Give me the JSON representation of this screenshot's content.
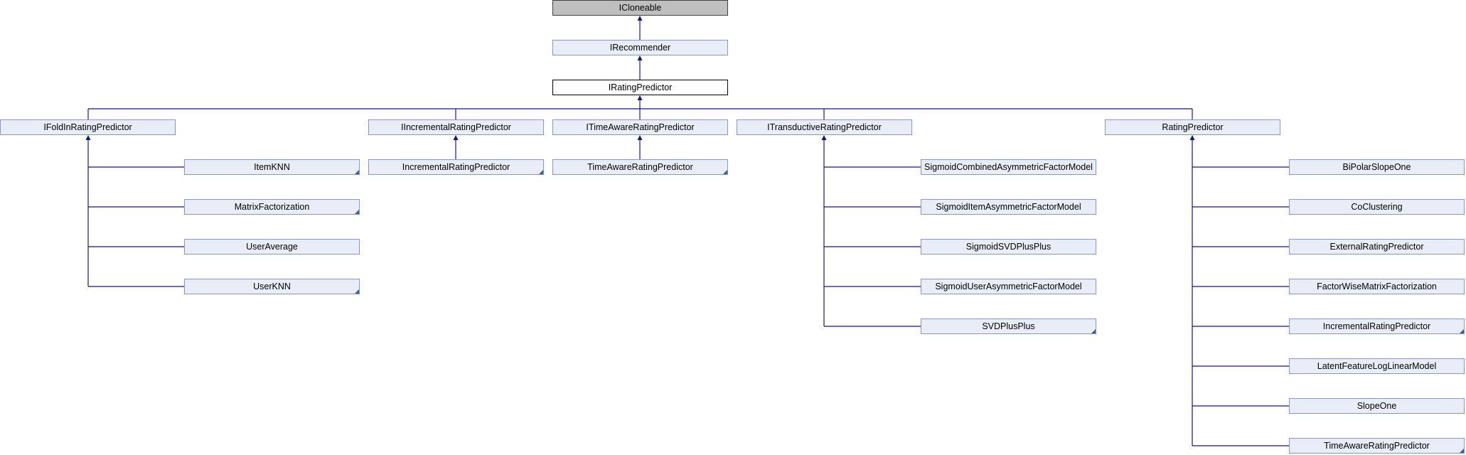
{
  "diagram": {
    "line_color": "#15168a",
    "node_fill": "#e8edf7",
    "node_border": "#8896c8",
    "root_fill": "#bfbfbf",
    "focus_fill": "#ffffff",
    "nodes": {
      "icloneable": "ICloneable",
      "irecommender": "IRecommender",
      "iratingpredictor": "IRatingPredictor",
      "ifoldinratingpredictor": "IFoldInRatingPredictor",
      "iincrementalratingpredictor": "IIncrementalRatingPredictor",
      "itimeawareratingpredictor": "ITimeAwareRatingPredictor",
      "itransductiveratingpredictor": "ITransductiveRatingPredictor",
      "ratingpredictor": "RatingPredictor",
      "itemknn": "ItemKNN",
      "matrixfactorization": "MatrixFactorization",
      "useraverage": "UserAverage",
      "userknn": "UserKNN",
      "incrementalratingpredictor_a": "IncrementalRatingPredictor",
      "timeawareratingpredictor_a": "TimeAwareRatingPredictor",
      "sigmoidcombinedasymmetricfactormodel": "SigmoidCombinedAsymmetricFactorModel",
      "sigmoiditemasymmetricfactormodel": "SigmoidItemAsymmetricFactorModel",
      "sigmoidsvdplusplus": "SigmoidSVDPlusPlus",
      "sigmoiduserasymmetricfactormodel": "SigmoidUserAsymmetricFactorModel",
      "svdplusplus": "SVDPlusPlus",
      "bipolarslopeone": "BiPolarSlopeOne",
      "coclustering": "CoClustering",
      "externalratingpredictor": "ExternalRatingPredictor",
      "factorwisematrixfactorization": "FactorWiseMatrixFactorization",
      "incrementalratingpredictor_b": "IncrementalRatingPredictor",
      "latentfeatureloglinearmodel": "LatentFeatureLogLinearModel",
      "slopeone": "SlopeOne",
      "timeawareratingpredictor_b": "TimeAwareRatingPredictor"
    }
  }
}
